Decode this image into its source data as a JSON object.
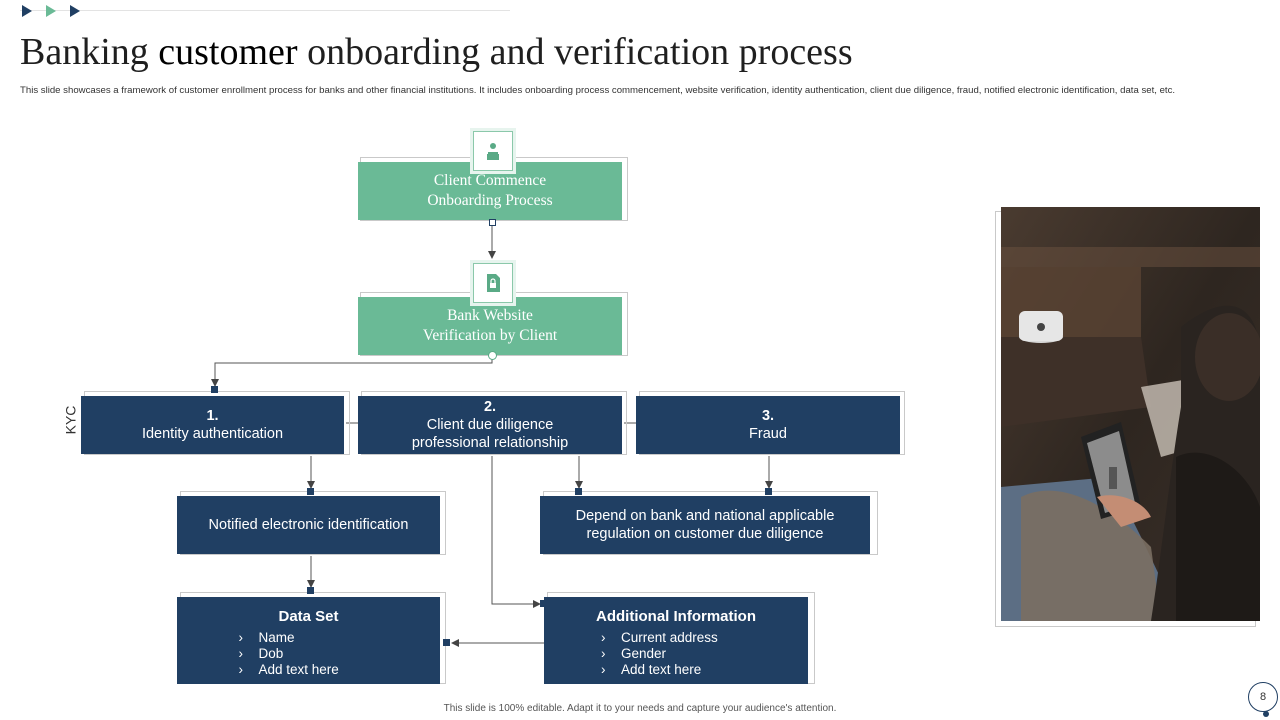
{
  "header": {
    "title_part1": "Banking",
    "title_part2": "customer",
    "title_part3": "onboarding and verification process",
    "subtitle": "This slide showcases a framework of customer enrollment process for banks and other financial institutions. It includes onboarding process commencement, website verification, identity authentication, client due diligence,  fraud, notified electronic identification, data set, etc."
  },
  "flow": {
    "step1": "Client Commence Onboarding Process",
    "step1_line1": "Client Commence",
    "step1_line2": "Onboarding Process",
    "step2_line1": "Bank Website",
    "step2_line2": "Verification by Client",
    "kyc_label": "KYC",
    "kyc1_num": "1.",
    "kyc1_label": "Identity authentication",
    "kyc2_num": "2.",
    "kyc2_line1": "Client due diligence",
    "kyc2_line2": "professional relationship",
    "kyc3_num": "3.",
    "kyc3_label": "Fraud",
    "notified": "Notified electronic identification",
    "depend_line1": "Depend on bank and national applicable",
    "depend_line2": "regulation on customer due diligence",
    "dataset": {
      "title": "Data Set",
      "items": [
        "Name",
        "Dob",
        "Add text here"
      ]
    },
    "additional": {
      "title": "Additional Information",
      "items": [
        "Current address",
        "Gender",
        "Add text here"
      ]
    },
    "bullet": "›"
  },
  "footer": {
    "text": "This slide is 100% editable. Adapt it to your needs and capture your audience's attention."
  },
  "page_number": "8",
  "colors": {
    "green": "#6aba96",
    "navy": "#203f63",
    "accent_green": "#5aaa86"
  },
  "icons": [
    "user-desk-icon",
    "lock-document-icon"
  ]
}
